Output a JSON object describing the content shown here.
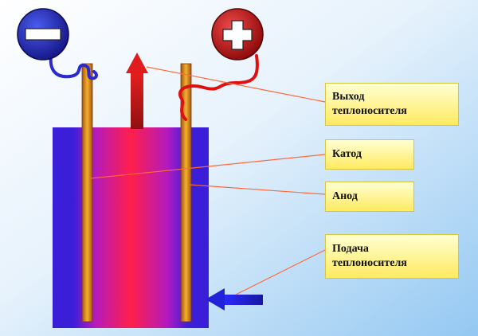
{
  "diagram": {
    "labels": {
      "coolant_out": "Выход\nтеплоносителя",
      "cathode": "Катод",
      "anode": "Анод",
      "coolant_in": "Подача\nтеплоносителя"
    },
    "terminals": {
      "negative_icon": "minus-icon",
      "positive_icon": "plus-icon"
    },
    "colors": {
      "negative_terminal": "#1c1ca8",
      "positive_terminal": "#c01010",
      "vessel_wall": "#3a1ed8",
      "hot_core": "#ff1f4a",
      "electrode": "#e89a18",
      "leader_line": "#ff6a3c",
      "label_fill": "#ffee66"
    }
  }
}
